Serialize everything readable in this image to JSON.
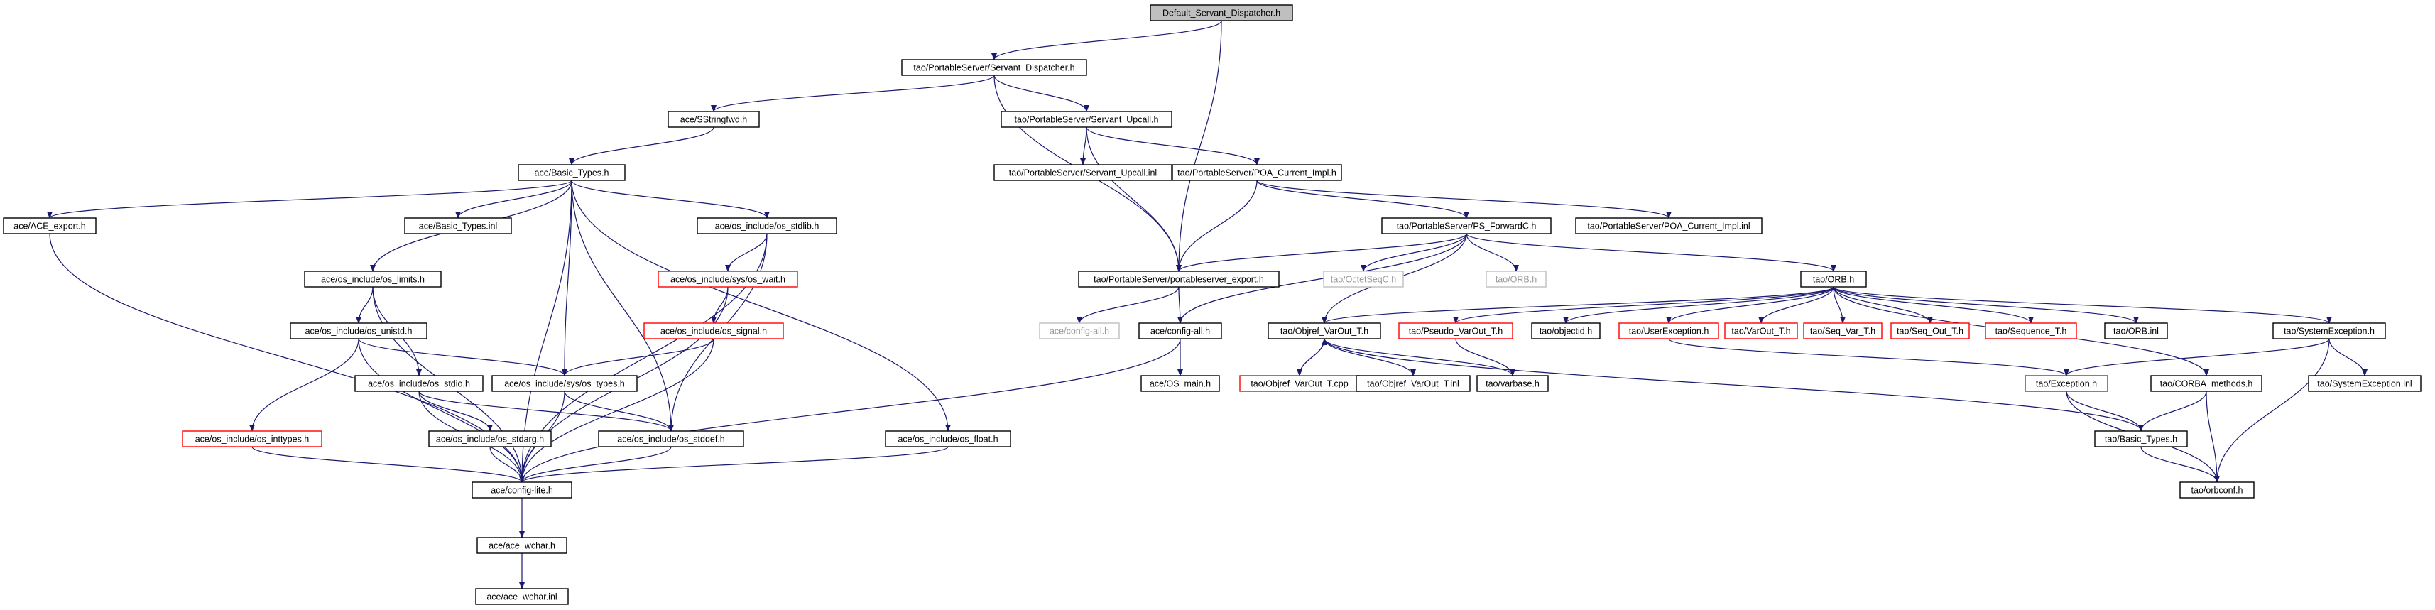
{
  "diagram": {
    "type": "include-dependency-graph",
    "colors": {
      "edge": "#191970",
      "root_fill": "#bfbfbf",
      "missing_file_border": "#ff0000",
      "undocumented_border": "#bfbfbf"
    },
    "nodes": [
      {
        "id": "root",
        "label": "Default_Servant_Dispatcher.h",
        "style": "root"
      },
      {
        "id": "sd",
        "label": "tao/PortableServer/Servant_Dispatcher.h",
        "style": "normal"
      },
      {
        "id": "ssf",
        "label": "ace/SStringfwd.h",
        "style": "normal"
      },
      {
        "id": "su",
        "label": "tao/PortableServer/Servant_Upcall.h",
        "style": "normal"
      },
      {
        "id": "bt",
        "label": "ace/Basic_Types.h",
        "style": "normal"
      },
      {
        "id": "suinl",
        "label": "tao/PortableServer/Servant_Upcall.inl",
        "style": "normal"
      },
      {
        "id": "poa",
        "label": "tao/PortableServer/POA_Current_Impl.h",
        "style": "normal"
      },
      {
        "id": "aceexp",
        "label": "ace/ACE_export.h",
        "style": "normal"
      },
      {
        "id": "btinl",
        "label": "ace/Basic_Types.inl",
        "style": "normal"
      },
      {
        "id": "stdlib",
        "label": "ace/os_include/os_stdlib.h",
        "style": "normal"
      },
      {
        "id": "psfwd",
        "label": "tao/PortableServer/PS_ForwardC.h",
        "style": "normal"
      },
      {
        "id": "poainl",
        "label": "tao/PortableServer/POA_Current_Impl.inl",
        "style": "normal"
      },
      {
        "id": "limits",
        "label": "ace/os_include/os_limits.h",
        "style": "normal"
      },
      {
        "id": "wait",
        "label": "ace/os_include/sys/os_wait.h",
        "style": "red"
      },
      {
        "id": "psexp",
        "label": "tao/PortableServer/portableserver_export.h",
        "style": "normal"
      },
      {
        "id": "octet",
        "label": "tao/OctetSeqC.h",
        "style": "gray"
      },
      {
        "id": "orbh2",
        "label": "tao/ORB.h",
        "style": "gray"
      },
      {
        "id": "orbh",
        "label": "tao/ORB.h",
        "style": "normal"
      },
      {
        "id": "cfgall_g",
        "label": "ace/config-all.h",
        "style": "gray"
      },
      {
        "id": "cfgall",
        "label": "ace/config-all.h",
        "style": "normal"
      },
      {
        "id": "unistd",
        "label": "ace/os_include/os_unistd.h",
        "style": "normal"
      },
      {
        "id": "signal",
        "label": "ace/os_include/os_signal.h",
        "style": "red"
      },
      {
        "id": "objref",
        "label": "tao/Objref_VarOut_T.h",
        "style": "normal"
      },
      {
        "id": "pseudo",
        "label": "tao/Pseudo_VarOut_T.h",
        "style": "red"
      },
      {
        "id": "objectid",
        "label": "tao/objectid.h",
        "style": "normal"
      },
      {
        "id": "userex",
        "label": "tao/UserException.h",
        "style": "red"
      },
      {
        "id": "varout",
        "label": "tao/VarOut_T.h",
        "style": "red"
      },
      {
        "id": "seqvar",
        "label": "tao/Seq_Var_T.h",
        "style": "red"
      },
      {
        "id": "seqout",
        "label": "tao/Seq_Out_T.h",
        "style": "red"
      },
      {
        "id": "seqt",
        "label": "tao/Sequence_T.h",
        "style": "red"
      },
      {
        "id": "orbinl",
        "label": "tao/ORB.inl",
        "style": "normal"
      },
      {
        "id": "sysex",
        "label": "tao/SystemException.h",
        "style": "normal"
      },
      {
        "id": "stdio",
        "label": "ace/os_include/os_stdio.h",
        "style": "normal"
      },
      {
        "id": "types",
        "label": "ace/os_include/sys/os_types.h",
        "style": "normal"
      },
      {
        "id": "osmain",
        "label": "ace/OS_main.h",
        "style": "normal"
      },
      {
        "id": "objcpp",
        "label": "tao/Objref_VarOut_T.cpp",
        "style": "red"
      },
      {
        "id": "objinl",
        "label": "tao/Objref_VarOut_T.inl",
        "style": "normal"
      },
      {
        "id": "varbase",
        "label": "tao/varbase.h",
        "style": "normal"
      },
      {
        "id": "exc",
        "label": "tao/Exception.h",
        "style": "red"
      },
      {
        "id": "corba",
        "label": "tao/CORBA_methods.h",
        "style": "normal"
      },
      {
        "id": "sysexinl",
        "label": "tao/SystemException.inl",
        "style": "normal"
      },
      {
        "id": "inttypes",
        "label": "ace/os_include/os_inttypes.h",
        "style": "red"
      },
      {
        "id": "stdarg",
        "label": "ace/os_include/os_stdarg.h",
        "style": "normal"
      },
      {
        "id": "stddef",
        "label": "ace/os_include/os_stddef.h",
        "style": "normal"
      },
      {
        "id": "float",
        "label": "ace/os_include/os_float.h",
        "style": "normal"
      },
      {
        "id": "taobt",
        "label": "tao/Basic_Types.h",
        "style": "normal"
      },
      {
        "id": "cfglite",
        "label": "ace/config-lite.h",
        "style": "normal"
      },
      {
        "id": "orbconf",
        "label": "tao/orbconf.h",
        "style": "normal"
      },
      {
        "id": "wchar",
        "label": "ace/ace_wchar.h",
        "style": "normal"
      },
      {
        "id": "wcharinl",
        "label": "ace/ace_wchar.inl",
        "style": "normal"
      }
    ],
    "edges": [
      [
        "root",
        "sd"
      ],
      [
        "root",
        "psexp"
      ],
      [
        "sd",
        "ssf"
      ],
      [
        "sd",
        "su"
      ],
      [
        "sd",
        "psexp"
      ],
      [
        "ssf",
        "bt"
      ],
      [
        "su",
        "suinl"
      ],
      [
        "su",
        "poa"
      ],
      [
        "su",
        "psexp"
      ],
      [
        "poa",
        "psfwd"
      ],
      [
        "poa",
        "poainl"
      ],
      [
        "poa",
        "psexp"
      ],
      [
        "psfwd",
        "psexp"
      ],
      [
        "psfwd",
        "octet"
      ],
      [
        "psfwd",
        "orbh2"
      ],
      [
        "psfwd",
        "orbh"
      ],
      [
        "psfwd",
        "cfgall"
      ],
      [
        "psfwd",
        "objref"
      ],
      [
        "psexp",
        "cfgall_g"
      ],
      [
        "psexp",
        "cfgall"
      ],
      [
        "cfgall",
        "osmain"
      ],
      [
        "cfgall",
        "cfglite"
      ],
      [
        "bt",
        "aceexp"
      ],
      [
        "bt",
        "btinl"
      ],
      [
        "bt",
        "stdlib"
      ],
      [
        "bt",
        "limits"
      ],
      [
        "bt",
        "types"
      ],
      [
        "bt",
        "stddef"
      ],
      [
        "bt",
        "float"
      ],
      [
        "bt",
        "cfglite"
      ],
      [
        "aceexp",
        "cfglite"
      ],
      [
        "stdlib",
        "wait"
      ],
      [
        "stdlib",
        "stddef"
      ],
      [
        "stdlib",
        "cfglite"
      ],
      [
        "wait",
        "signal"
      ],
      [
        "wait",
        "cfglite"
      ],
      [
        "signal",
        "types"
      ],
      [
        "signal",
        "cfglite"
      ],
      [
        "limits",
        "unistd"
      ],
      [
        "limits",
        "stdio"
      ],
      [
        "limits",
        "cfglite"
      ],
      [
        "unistd",
        "types"
      ],
      [
        "unistd",
        "inttypes"
      ],
      [
        "unistd",
        "cfglite"
      ],
      [
        "stdio",
        "stdarg"
      ],
      [
        "stdio",
        "stddef"
      ],
      [
        "stdio",
        "cfglite"
      ],
      [
        "types",
        "stddef"
      ],
      [
        "types",
        "cfglite"
      ],
      [
        "inttypes",
        "cfglite"
      ],
      [
        "stdarg",
        "cfglite"
      ],
      [
        "stddef",
        "cfglite"
      ],
      [
        "float",
        "cfglite"
      ],
      [
        "cfglite",
        "wchar"
      ],
      [
        "wchar",
        "wcharinl"
      ],
      [
        "orbh",
        "objref"
      ],
      [
        "orbh",
        "pseudo"
      ],
      [
        "orbh",
        "objectid"
      ],
      [
        "orbh",
        "userex"
      ],
      [
        "orbh",
        "varout"
      ],
      [
        "orbh",
        "seqvar"
      ],
      [
        "orbh",
        "seqout"
      ],
      [
        "orbh",
        "seqt"
      ],
      [
        "orbh",
        "orbinl"
      ],
      [
        "orbh",
        "sysex"
      ],
      [
        "orbh",
        "corba"
      ],
      [
        "objref",
        "objcpp"
      ],
      [
        "objref",
        "objinl"
      ],
      [
        "objref",
        "varbase"
      ],
      [
        "objref",
        "taobt"
      ],
      [
        "objcpp",
        "objref"
      ],
      [
        "pseudo",
        "varbase"
      ],
      [
        "userex",
        "exc"
      ],
      [
        "sysex",
        "exc"
      ],
      [
        "sysex",
        "sysexinl"
      ],
      [
        "sysex",
        "orbconf"
      ],
      [
        "exc",
        "taobt"
      ],
      [
        "exc",
        "orbconf"
      ],
      [
        "corba",
        "taobt"
      ],
      [
        "corba",
        "orbconf"
      ],
      [
        "taobt",
        "orbconf"
      ]
    ]
  }
}
